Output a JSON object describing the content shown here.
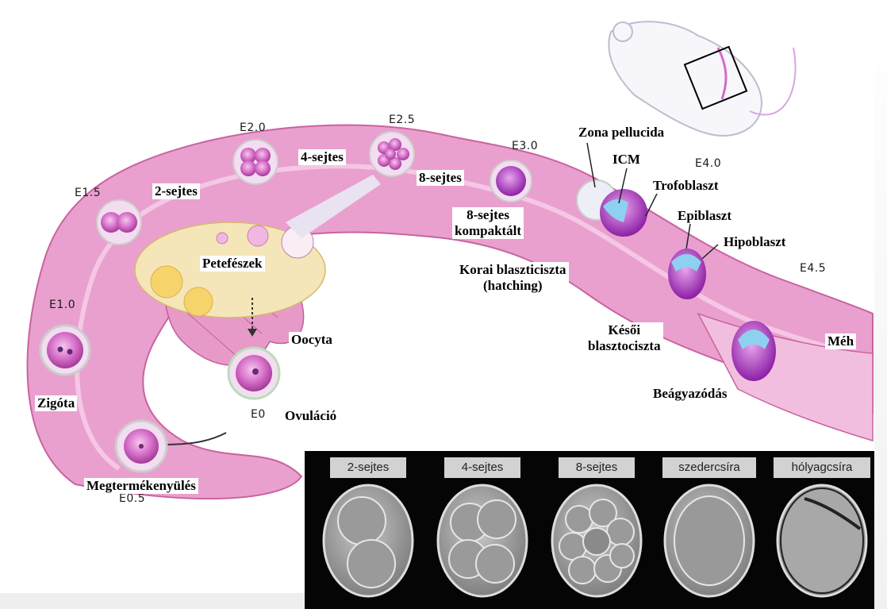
{
  "stages": {
    "e0": "E0",
    "e0_5": "E0.5",
    "e1_0": "E1.0",
    "e1_5": "E1.5",
    "e2_0": "E2.0",
    "e2_5": "E2.5",
    "e3_0": "E3.0",
    "e4_0": "E4.0",
    "e4_5": "E4.5"
  },
  "labels": {
    "zona_pellucida": "Zona pellucida",
    "icm": "ICM",
    "trofoblaszt": "Trofoblaszt",
    "epiblaszt": "Epiblaszt",
    "hipoblaszt": "Hipoblaszt",
    "four_cell": "4-sejtes",
    "two_cell": "2-sejtes",
    "eight_cell": "8-sejtes",
    "eight_cell_compact_1": "8-sejtes",
    "eight_cell_compact_2": "kompaktált",
    "early_blastocyst_1": "Korai blaszticiszta",
    "early_blastocyst_2": "(hatching)",
    "late_blastocyst_1": "Késői",
    "late_blastocyst_2": "blasztociszta",
    "petefeszek": "Petefészek",
    "oocyta": "Oocyta",
    "ovulacio": "Ovuláció",
    "zigota": "Zigóta",
    "megtermekenyules": "Megtermékenyülés",
    "meh": "Méh",
    "beagyazodas": "Beágyazódás"
  },
  "photos": [
    {
      "label": "2-sejtes"
    },
    {
      "label": "4-sejtes"
    },
    {
      "label": "8-sejtes"
    },
    {
      "label": "szedercsíra"
    },
    {
      "label": "hólyagcsíra"
    }
  ]
}
